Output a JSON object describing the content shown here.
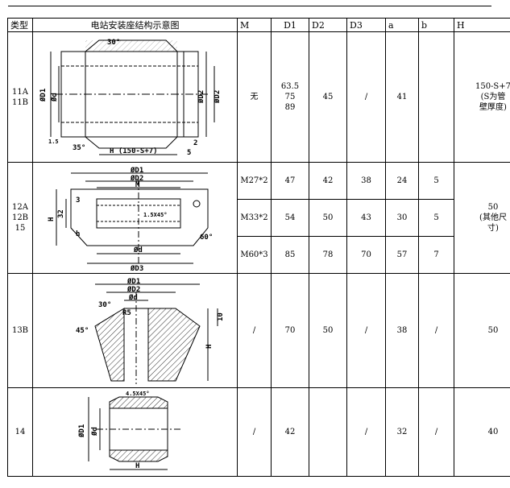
{
  "headers": [
    "类型",
    "电站安装座结构示意图",
    "M",
    "D1",
    "D2",
    "D3",
    "a",
    "b",
    "H"
  ],
  "rows": [
    {
      "type": "11A\n11B",
      "M": "无",
      "D1": "63.5\n75\n89",
      "D2": "45",
      "D3": "/",
      "a": "41",
      "b": "",
      "H": "150-S+7\n(S为管\n壁厚度)"
    },
    {
      "type": "12A\n12B\n15",
      "H": "50\n(其他尺\n寸)",
      "sub": [
        {
          "M": "M27*2",
          "D1": "47",
          "D2": "42",
          "D3": "38",
          "a": "24",
          "b": "5"
        },
        {
          "M": "M33*2",
          "D1": "54",
          "D2": "50",
          "D3": "43",
          "a": "30",
          "b": "5"
        },
        {
          "M": "M60*3",
          "D1": "85",
          "D2": "78",
          "D3": "70",
          "a": "57",
          "b": "7"
        }
      ]
    },
    {
      "type": "13B",
      "M": "/",
      "D1": "70",
      "D2": "50",
      "D3": "/",
      "a": "38",
      "b": "/",
      "H": "50"
    },
    {
      "type": "14",
      "M": "/",
      "D1": "42",
      "D2": "",
      "D3": "/",
      "a": "32",
      "b": "/",
      "H": "40"
    }
  ],
  "drawings": {
    "d1": {
      "angle_top": "30°",
      "angle_bottom": "35°",
      "left_1": "ØD1",
      "left_2": "Ød",
      "right_1": "ØD2",
      "right_2": "ØD2",
      "dim_2": "2",
      "dim_5": "5",
      "dim_15": "1.5",
      "dim_H": "H (150-S+7)"
    },
    "d2": {
      "top_1": "ØD1",
      "top_2": "ØD2",
      "top_M": "M",
      "left_H": "H",
      "left_32": "32",
      "left_3": "3",
      "left_h": "h",
      "inner": "1.5X45°",
      "angle": "60°",
      "bottom_1": "Ød",
      "bottom_2": "ØD3"
    },
    "d3": {
      "top_1": "ØD1",
      "top_2": "ØD2",
      "top_3": "Ød",
      "r": "R5",
      "a30": "30°",
      "a45": "45°",
      "dim_10": "10",
      "dim_H": "H"
    },
    "d4": {
      "chamfer": "4.5X45°",
      "left_1": "ØD1",
      "left_2": "Ød",
      "dim_H": "H"
    }
  }
}
